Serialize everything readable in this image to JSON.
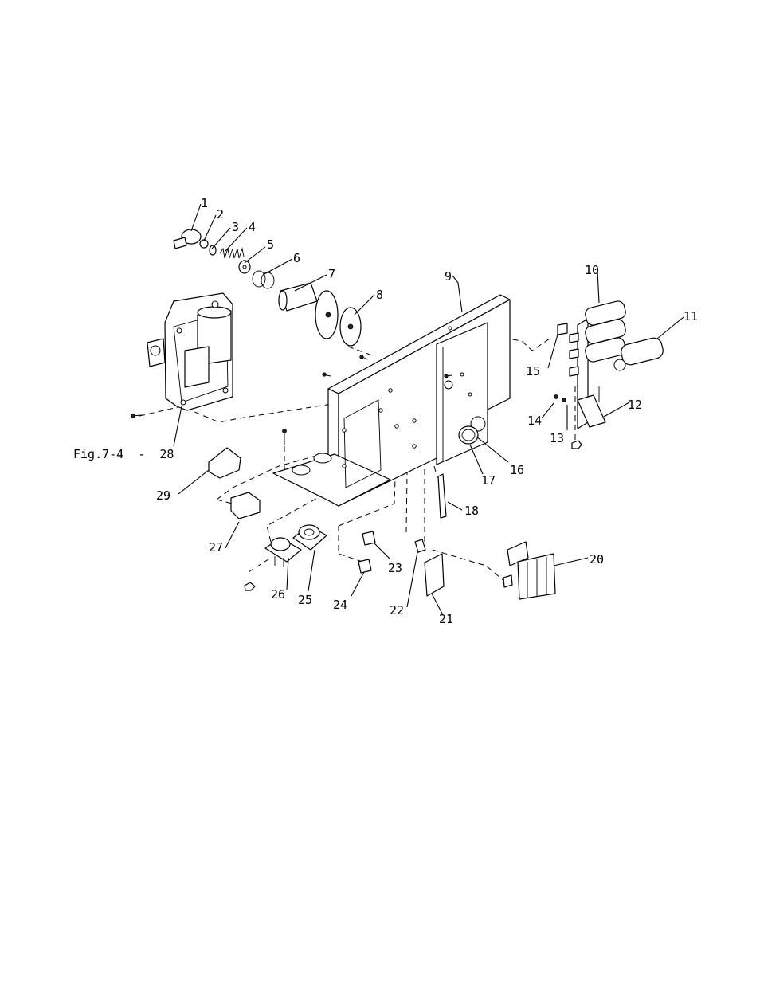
{
  "figure_label": "Fig.7-4  -  28",
  "callouts": {
    "c1": "1",
    "c2": "2",
    "c3": "3",
    "c4": "4",
    "c5": "5",
    "c6": "6",
    "c7": "7",
    "c8": "8",
    "c9": "9",
    "c10": "10",
    "c11": "11",
    "c12": "12",
    "c13": "13",
    "c14": "14",
    "c15": "15",
    "c16": "16",
    "c17": "17",
    "c18": "18",
    "c20": "20",
    "c21": "21",
    "c22": "22",
    "c23": "23",
    "c24": "24",
    "c25": "25",
    "c26": "26",
    "c27": "27",
    "c29": "29"
  }
}
